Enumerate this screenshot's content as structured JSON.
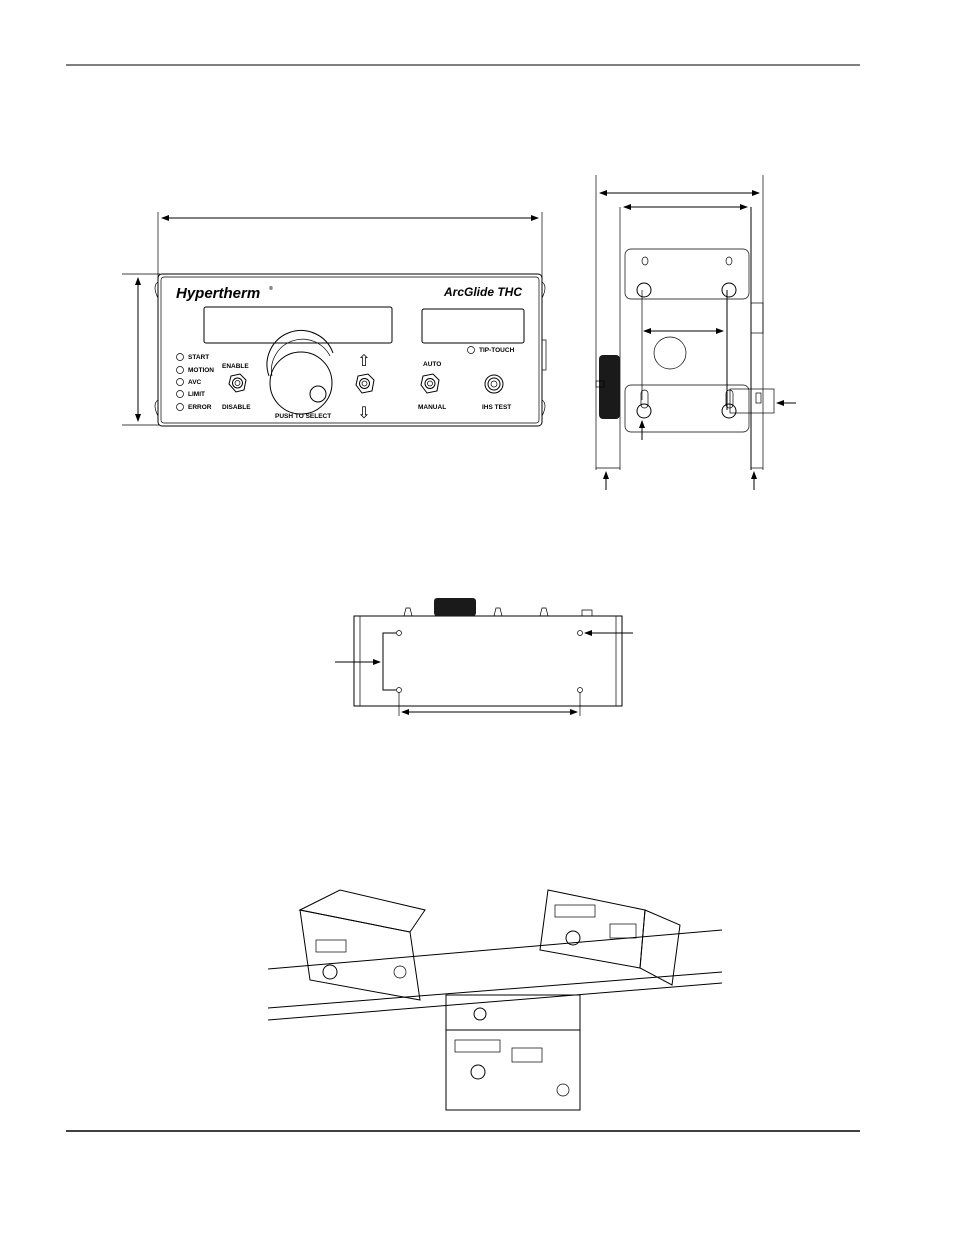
{
  "front_panel": {
    "brand": "Hypertherm",
    "brand_mark": "®",
    "model": "ArcGlide THC",
    "leds": [
      "START",
      "MOTION",
      "AVC",
      "LIMIT",
      "ERROR"
    ],
    "tip_touch": "TIP-TOUCH",
    "enable": "ENABLE",
    "disable": "DISABLE",
    "push_to_select": "PUSH TO SELECT",
    "auto": "AUTO",
    "manual": "MANUAL",
    "ihs_test": "IHS TEST",
    "up_arrow": "⇧",
    "down_arrow": "⇩"
  },
  "colors": {
    "line": "#000000",
    "knob": "#1a1a1a"
  }
}
